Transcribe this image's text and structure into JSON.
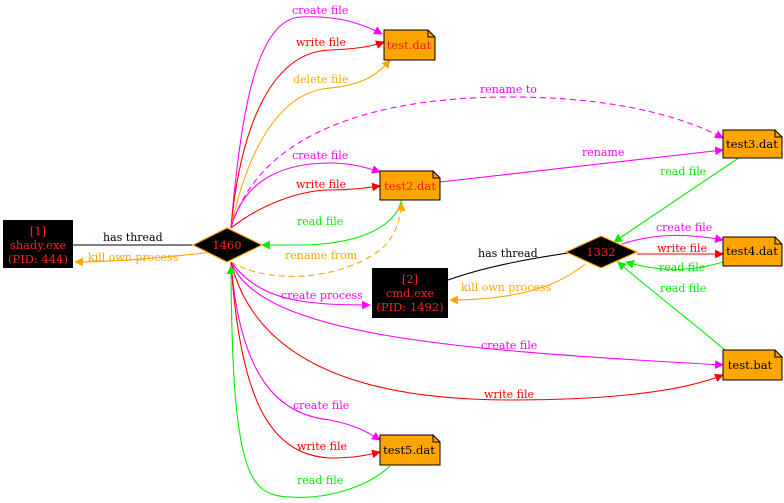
{
  "colors": {
    "create": "#ff00ff",
    "write": "#ff0000",
    "delete": "#ffa500",
    "read": "#00ee00",
    "thread": "#000000",
    "kill": "#ffa500",
    "rename": "#ff00ff",
    "file_fill": "#ffa500",
    "proc_fill": "#000000",
    "node_text": "#ff2020"
  },
  "nodes": {
    "p1": {
      "line1": "[1]",
      "line2": "shady.exe",
      "line3": "(PID: 444)"
    },
    "p2": {
      "line1": "[2]",
      "line2": "cmd.exe",
      "line3": "(PID: 1492)"
    },
    "t1460": {
      "label": "1460"
    },
    "t1332": {
      "label": "1332"
    },
    "f_test": {
      "label": "test.dat"
    },
    "f_test2": {
      "label": "test2.dat"
    },
    "f_test3": {
      "label": "test3.dat"
    },
    "f_test4": {
      "label": "test4.dat"
    },
    "f_testbat": {
      "label": "test.bat"
    },
    "f_test5": {
      "label": "test5.dat"
    }
  },
  "edges": {
    "e1": "create file",
    "e2": "write file",
    "e3": "delete file",
    "e4": "rename to",
    "e5": "create file",
    "e6": "write file",
    "e7": "read file",
    "e8": "rename from",
    "e9": "has thread",
    "e10": "kill own process",
    "e11": "create process",
    "e12": "create file",
    "e13": "write file",
    "e14": "create file",
    "e15": "write file",
    "e16": "read file",
    "e17": "rename",
    "e18": "read file",
    "e19": "has thread",
    "e20": "kill own process",
    "e21": "create file",
    "e22": "write file",
    "e23": "read file",
    "e24": "read file"
  }
}
